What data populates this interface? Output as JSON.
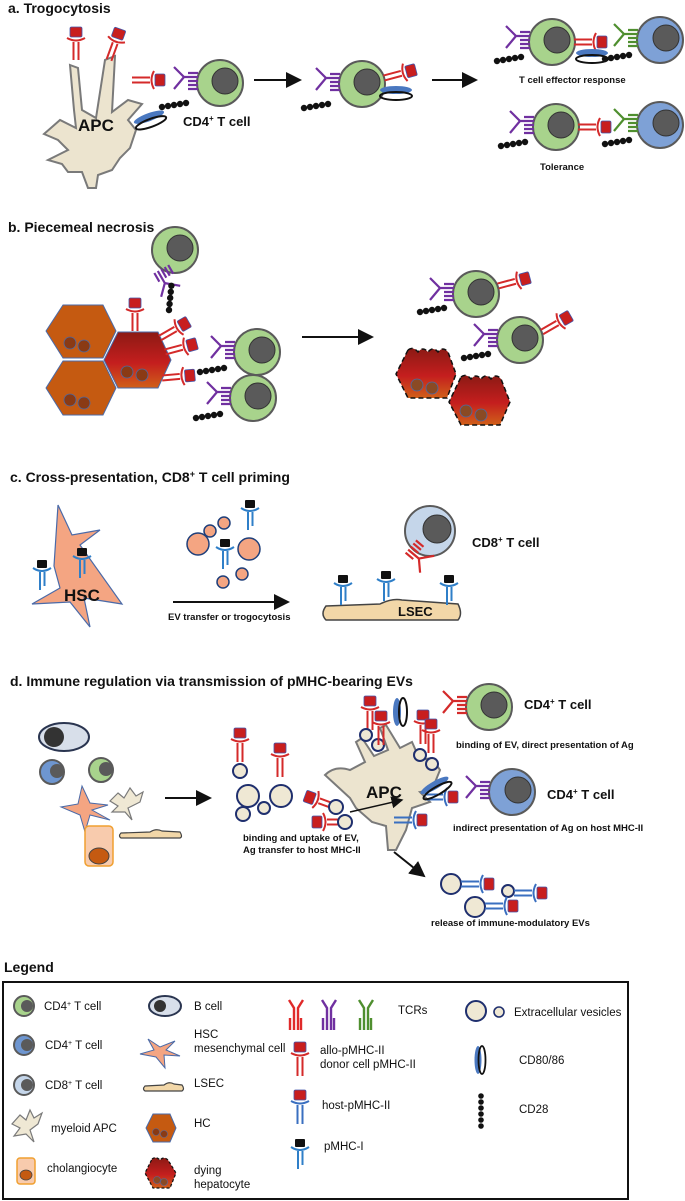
{
  "colors": {
    "cd4_green": "#a8d38c",
    "cd4_blue": "#6e96d0",
    "cd8_lightblue": "#c5d6ea",
    "nucleus": "#5a5a5a",
    "apc_fill": "#ece4cf",
    "hc_orange": "#c55a11",
    "dying_red": "#b21c1c",
    "red_mhc": "#d42a2a",
    "purple_tcr": "#7030a0",
    "green_tcr": "#4f8f2f",
    "blue_mhc": "#3a6fc0",
    "hsc_fill": "#f4a582",
    "lsec_fill": "#f2d7a8",
    "ev_fill": "#efe8d4",
    "ev_stroke": "#1f2f6e",
    "chol_fill": "#f8cbad",
    "chol_stroke": "#f0a030"
  },
  "panel_a": {
    "title": "a. Trogocytosis",
    "apc_label": "APC",
    "cd4_label": "CD4",
    "cd4_sup": "+",
    "cd4_suffix": " T cell",
    "outcome_1": "T cell effector response",
    "outcome_2": "Tolerance"
  },
  "panel_b": {
    "title": "b.  Piecemeal necrosis"
  },
  "panel_c": {
    "title_pre": "c. Cross-presentation, CD8",
    "title_sup": "+",
    "title_post": " T cell priming",
    "hsc_label": "HSC",
    "lsec_label": "LSEC",
    "arrow_label": "EV transfer or trogocytosis",
    "cd8_label": "CD8",
    "cd8_sup": "+",
    "cd8_suffix": " T cell"
  },
  "panel_d": {
    "title": "d. Immune regulation via transmission of pMHC-bearing EVs",
    "apc_label": "APC",
    "uptake_line1": "binding and uptake of EV,",
    "uptake_line2": "Ag transfer to host MHC-II",
    "cd4_top_label": "CD4",
    "cd4_top_sup": "+",
    "cd4_top_suffix": " T cell",
    "direct_label": "binding of EV, direct presentation of Ag",
    "cd4_bottom_label": "CD4",
    "cd4_bottom_sup": "+",
    "cd4_bottom_suffix": " T cell",
    "indirect_label": "indirect presentation of Ag on host MHC-II",
    "release_label": "release of immune-modulatory EVs"
  },
  "legend": {
    "title": "Legend",
    "col1": [
      {
        "icon": "cd4-green-t-cell-icon",
        "label": "CD4",
        "sup": "+",
        "suffix": " T cell"
      },
      {
        "icon": "cd4-blue-t-cell-icon",
        "label": "CD4",
        "sup": "+",
        "suffix": " T cell"
      },
      {
        "icon": "cd8-t-cell-icon",
        "label": "CD8",
        "sup": "+",
        "suffix": " T cell"
      },
      {
        "icon": "myeloid-apc-icon",
        "label": "myeloid APC"
      },
      {
        "icon": "cholangiocyte-icon",
        "label": "cholangiocyte"
      }
    ],
    "col2": [
      {
        "icon": "b-cell-icon",
        "label": "B cell"
      },
      {
        "icon": "hsc-icon",
        "label_line1": "HSC",
        "label_line2": "mesenchymal cell"
      },
      {
        "icon": "lsec-icon",
        "label": "LSEC"
      },
      {
        "icon": "hc-icon",
        "label": "HC"
      },
      {
        "icon": "dying-hepatocyte-icon",
        "label_line1": "dying",
        "label_line2": "hepatocyte"
      }
    ],
    "col3": [
      {
        "icon": "tcrs-icon",
        "label": "TCRs"
      },
      {
        "icon": "allo-pmhc-ii-icon",
        "label_line1": "allo-pMHC-II",
        "label_line2": "donor cell pMHC-II"
      },
      {
        "icon": "host-pmhc-ii-icon",
        "label": "host-pMHC-II"
      },
      {
        "icon": "pmhc-i-icon",
        "label": "pMHC-I"
      }
    ],
    "col4": [
      {
        "icon": "extracellular-vesicles-icon",
        "label": "Extracellular vesicles"
      },
      {
        "icon": "cd80-86-icon",
        "label": "CD80/86"
      },
      {
        "icon": "cd28-icon",
        "label": "CD28"
      }
    ]
  }
}
